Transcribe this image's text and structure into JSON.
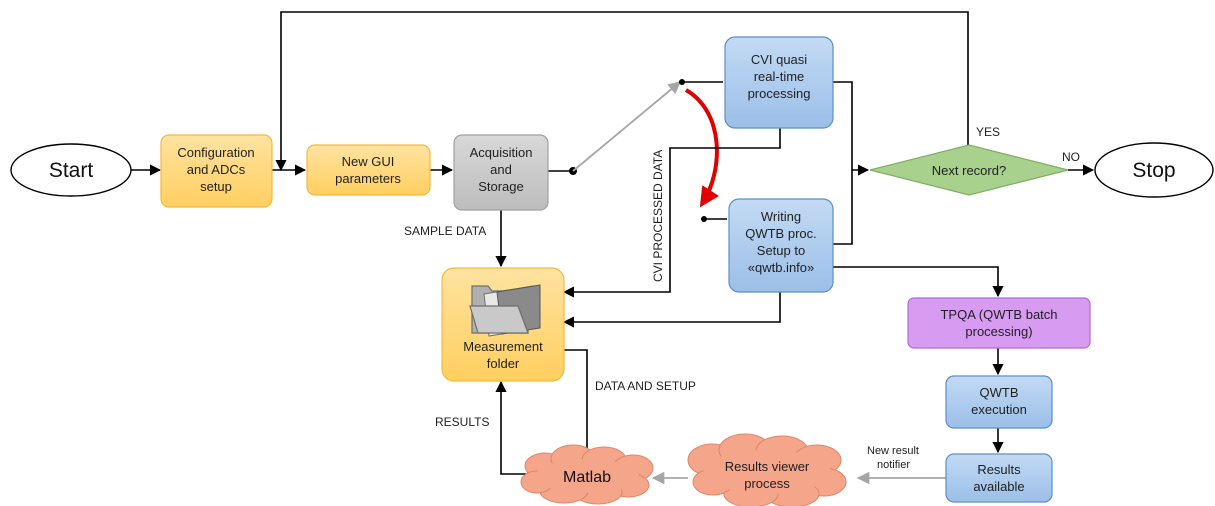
{
  "nodes": {
    "start": "Start",
    "config": [
      "Configuration",
      "and ADCs",
      "setup"
    ],
    "gui": [
      "New GUI",
      "parameters"
    ],
    "acq": [
      "Acquisition",
      "and",
      "Storage"
    ],
    "cvi": [
      "CVI quasi",
      "real-time",
      "processing"
    ],
    "writing": [
      "Writing",
      "QWTB proc.",
      "Setup to",
      "«qwtb.info»"
    ],
    "next": "Next record?",
    "stop": "Stop",
    "tpqa": [
      "TPQA (QWTB batch",
      "processing)"
    ],
    "qwtb_exec": [
      "QWTB",
      "execution"
    ],
    "results_avail": [
      "Results",
      "available"
    ],
    "measurement": [
      "Measurement",
      "folder"
    ],
    "matlab": "Matlab",
    "viewer": [
      "Results viewer",
      "process"
    ]
  },
  "edges": {
    "yes": "YES",
    "no": "NO",
    "sample_data": "SAMPLE DATA",
    "cvi_processed": "CVI PROCESSED DATA",
    "data_setup": "DATA AND SETUP",
    "results": "RESULTS",
    "notifier": [
      "New result",
      "notifier"
    ]
  },
  "colors": {
    "orange_fill": "#ffd67a",
    "orange_stroke": "#f5b841",
    "gray_fill": "#c8c8c8",
    "blue_fill": "#a8c8ec",
    "blue_stroke": "#5b8fc9",
    "green_fill": "#a9d18e",
    "purple_fill": "#d79bf2",
    "cloud_fill": "#f4a58a",
    "switch_arrow": "#e00000"
  }
}
